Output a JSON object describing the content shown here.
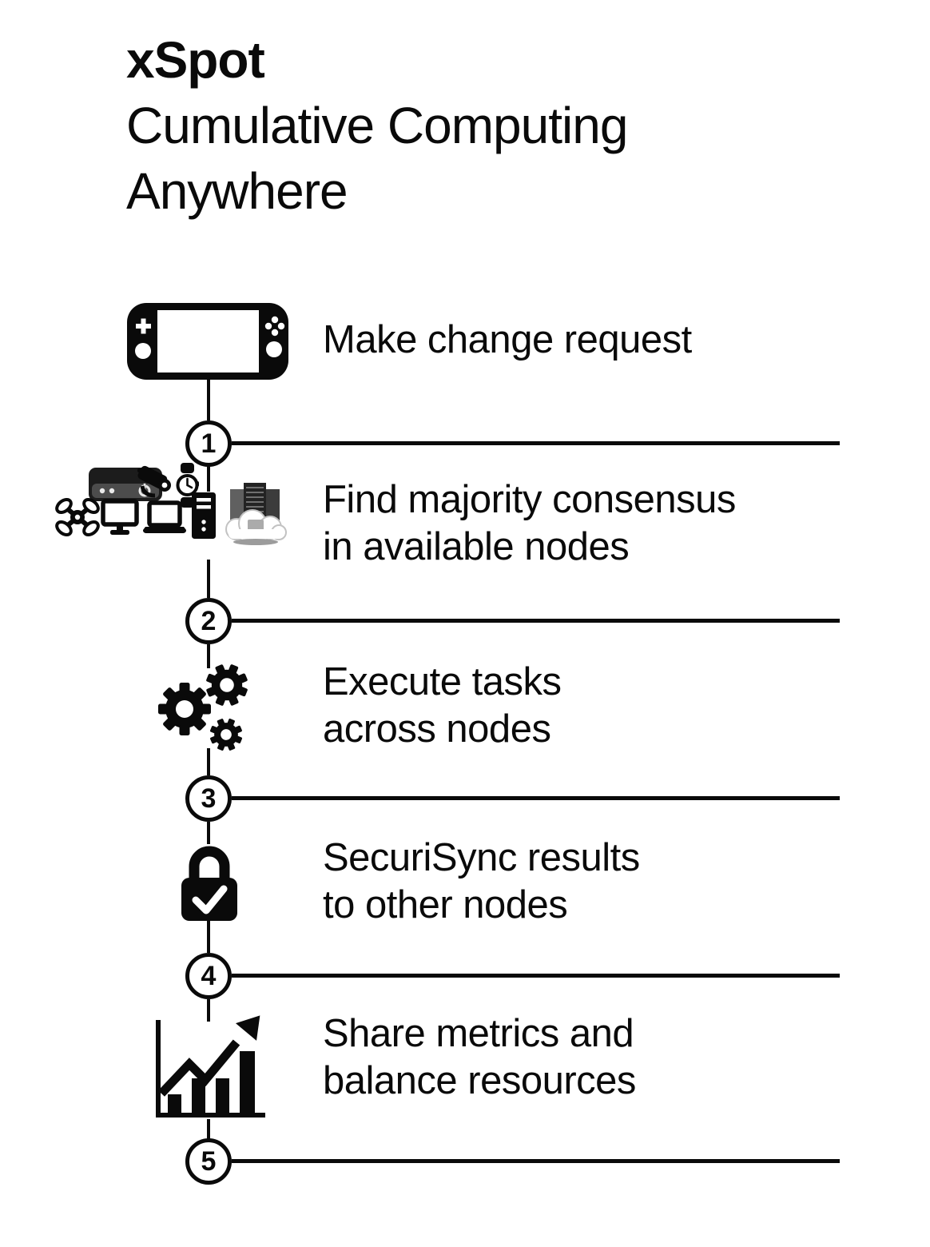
{
  "title": {
    "brand": "xSpot",
    "line1": "Cumulative Computing",
    "line2": "Anywhere"
  },
  "steps": [
    {
      "number": "1",
      "icon": "game-console-icon",
      "line1": "Make change request",
      "line2": ""
    },
    {
      "number": "2",
      "icon": "device-cluster-icon",
      "line1": "Find majority consensus",
      "line2": "in available nodes"
    },
    {
      "number": "3",
      "icon": "gears-icon",
      "line1": "Execute tasks",
      "line2": "across nodes"
    },
    {
      "number": "4",
      "icon": "padlock-check-icon",
      "line1": "SecuriSync results",
      "line2": "to other nodes"
    },
    {
      "number": "5",
      "icon": "metrics-chart-icon",
      "line1": "Share metrics and",
      "line2": "balance resources"
    }
  ],
  "device_cluster_icons": [
    "set-top-box",
    "security-camera",
    "smartwatch",
    "drone",
    "desktop-monitor",
    "laptop",
    "pc-tower",
    "cloud-server"
  ],
  "colors": {
    "ink": "#0a0a0a",
    "background": "#ffffff"
  }
}
